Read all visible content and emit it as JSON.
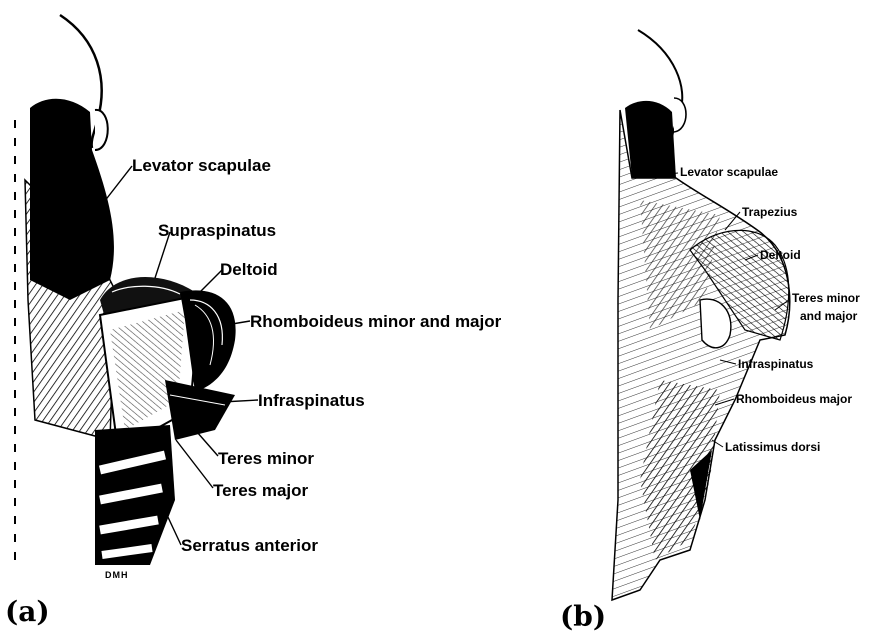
{
  "panels": [
    {
      "caption": "(a)",
      "signature": "DMH",
      "labels": [
        "Levator scapulae",
        "Supraspinatus",
        "Deltoid",
        "Rhomboideus minor and major",
        "Infraspinatus",
        "Teres minor",
        "Teres major",
        "Serratus anterior"
      ]
    },
    {
      "caption": "(b)",
      "labels": [
        "Levator scapulae",
        "Trapezius",
        "Deltoid",
        "Teres minor",
        "and major",
        "Infraspinatus",
        "Rhomboideus major",
        "Latissimus dorsi"
      ]
    }
  ],
  "colors": {
    "ink": "#000000",
    "paper": "#ffffff"
  }
}
